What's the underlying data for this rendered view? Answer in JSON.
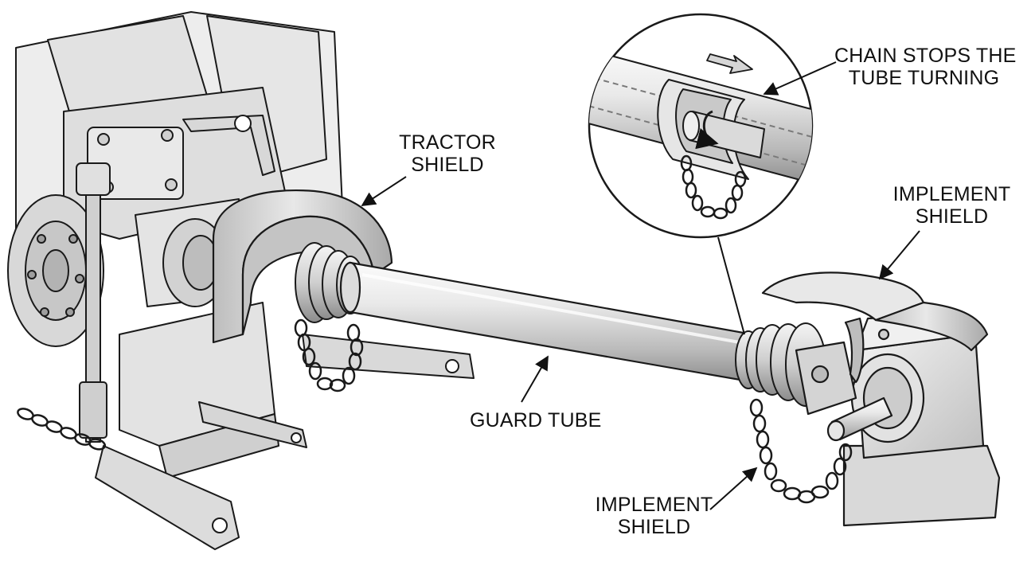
{
  "labels": {
    "tractor_shield": [
      "TRACTOR",
      "SHIELD"
    ],
    "chain_callout": [
      "CHAIN STOPS THE",
      "TUBE TURNING"
    ],
    "implement_shield_top": [
      "IMPLEMENT",
      "SHIELD"
    ],
    "guard_tube": "GUARD TUBE",
    "implement_shield_bottom": [
      "IMPLEMENT",
      "SHIELD"
    ]
  },
  "colors": {
    "line": "#1a1a1a",
    "metal_light": "#f2f2f2",
    "metal_mid": "#d4d4d4",
    "metal_dark": "#9a9a9a",
    "tractor_body": "#ededed"
  },
  "arrow_icon": "arrow-right-icon",
  "rotation_icon": "rotate-icon"
}
